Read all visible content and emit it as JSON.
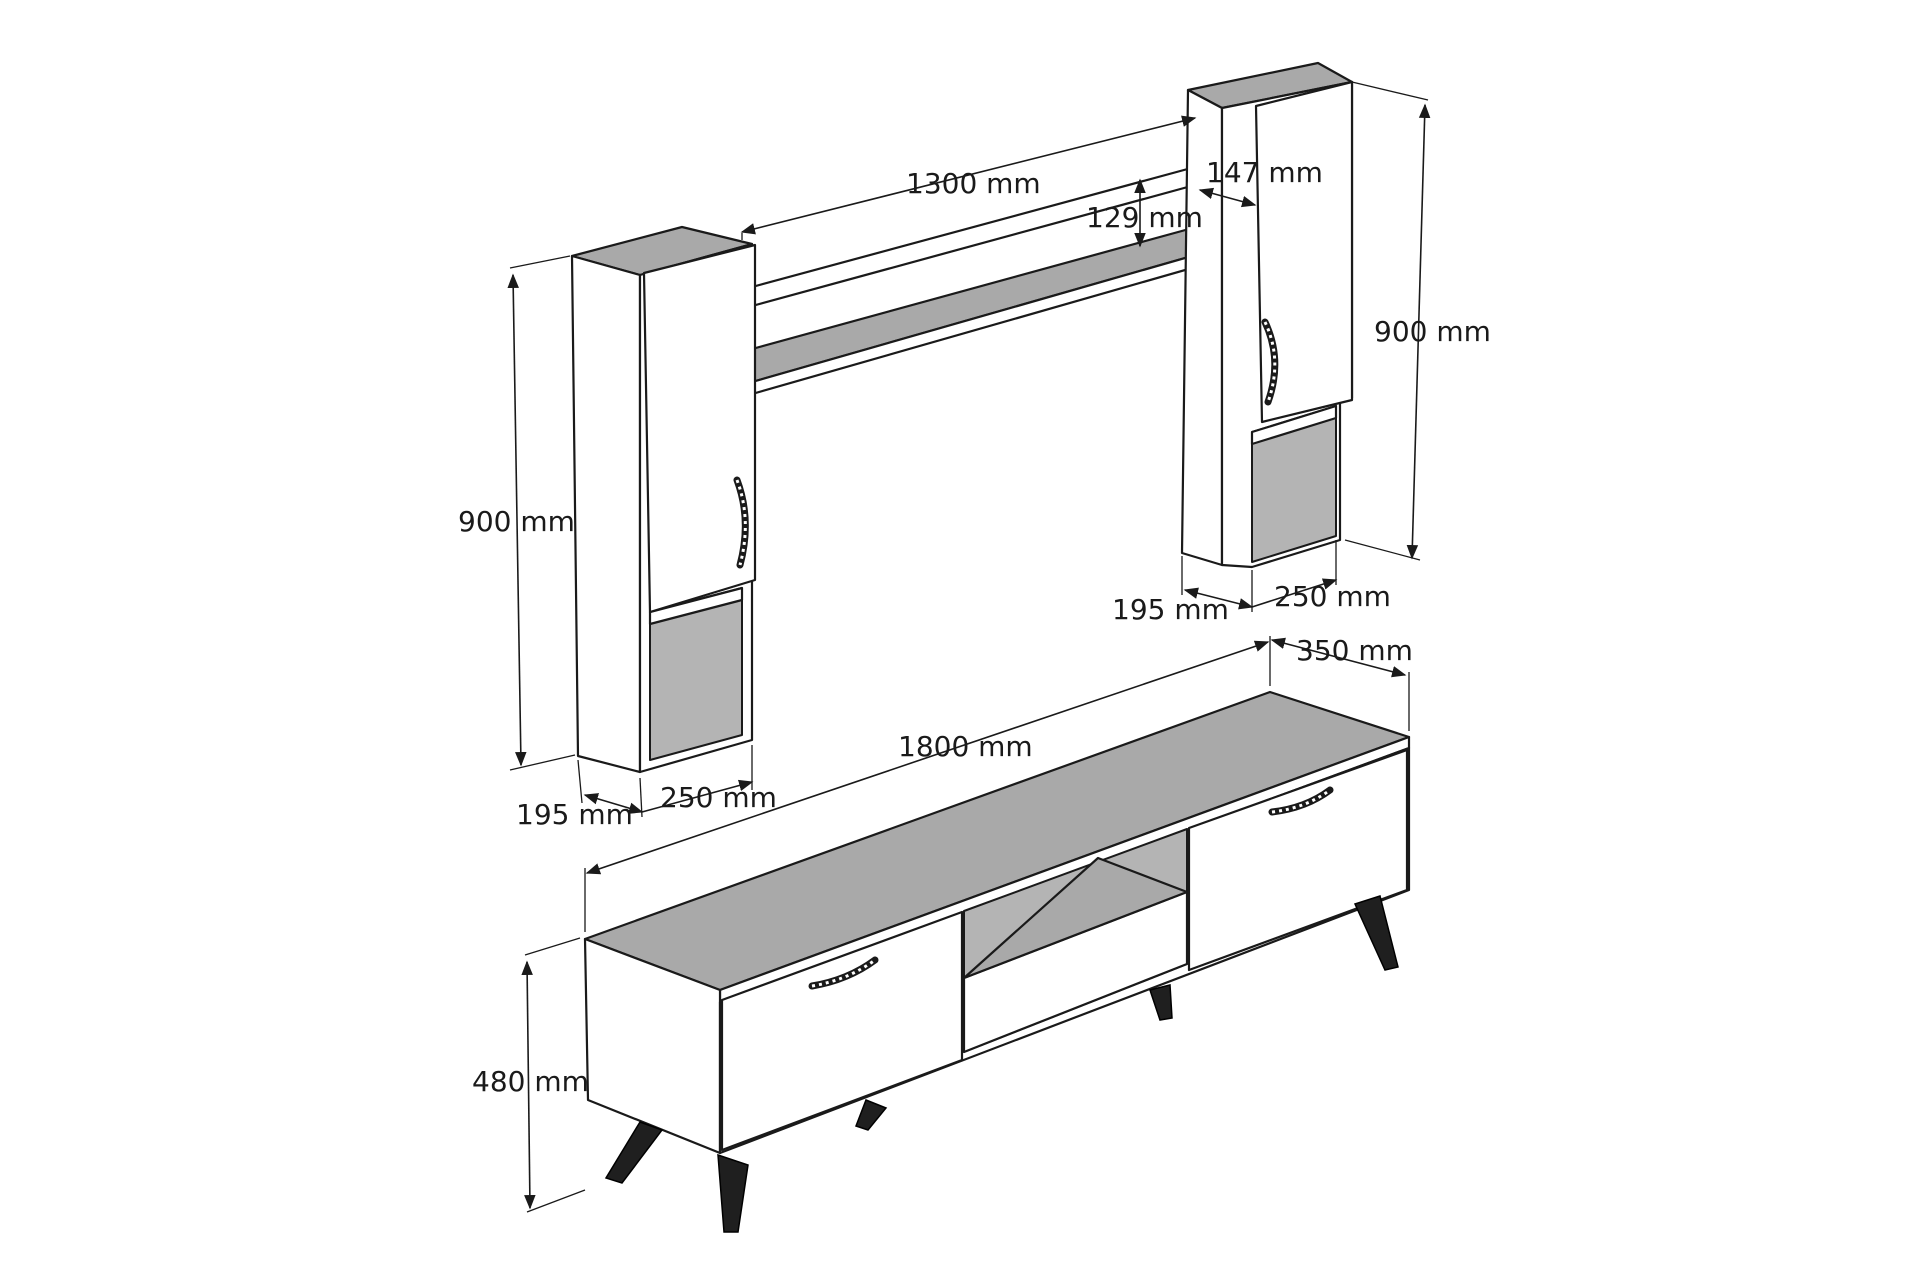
{
  "dimensions": {
    "left_cabinet_height": "900 mm",
    "left_cabinet_depth": "195 mm",
    "left_cabinet_width": "250 mm",
    "shelf_length": "1300 mm",
    "shelf_height": "129 mm",
    "shelf_depth": "147 mm",
    "right_cabinet_height": "900 mm",
    "right_cabinet_depth": "195 mm",
    "right_cabinet_width": "250 mm",
    "tv_unit_width": "1800 mm",
    "tv_unit_depth": "350 mm",
    "tv_unit_height": "480 mm"
  },
  "colors": {
    "line": "#1a1a1a",
    "top_surface": "#a9a9a9",
    "inner_surface": "#b4b4b4",
    "leg": "#1f1f1f",
    "background": "#ffffff"
  },
  "icons": {
    "handle": "curved-handle-icon",
    "leg": "tapered-leg-icon"
  }
}
